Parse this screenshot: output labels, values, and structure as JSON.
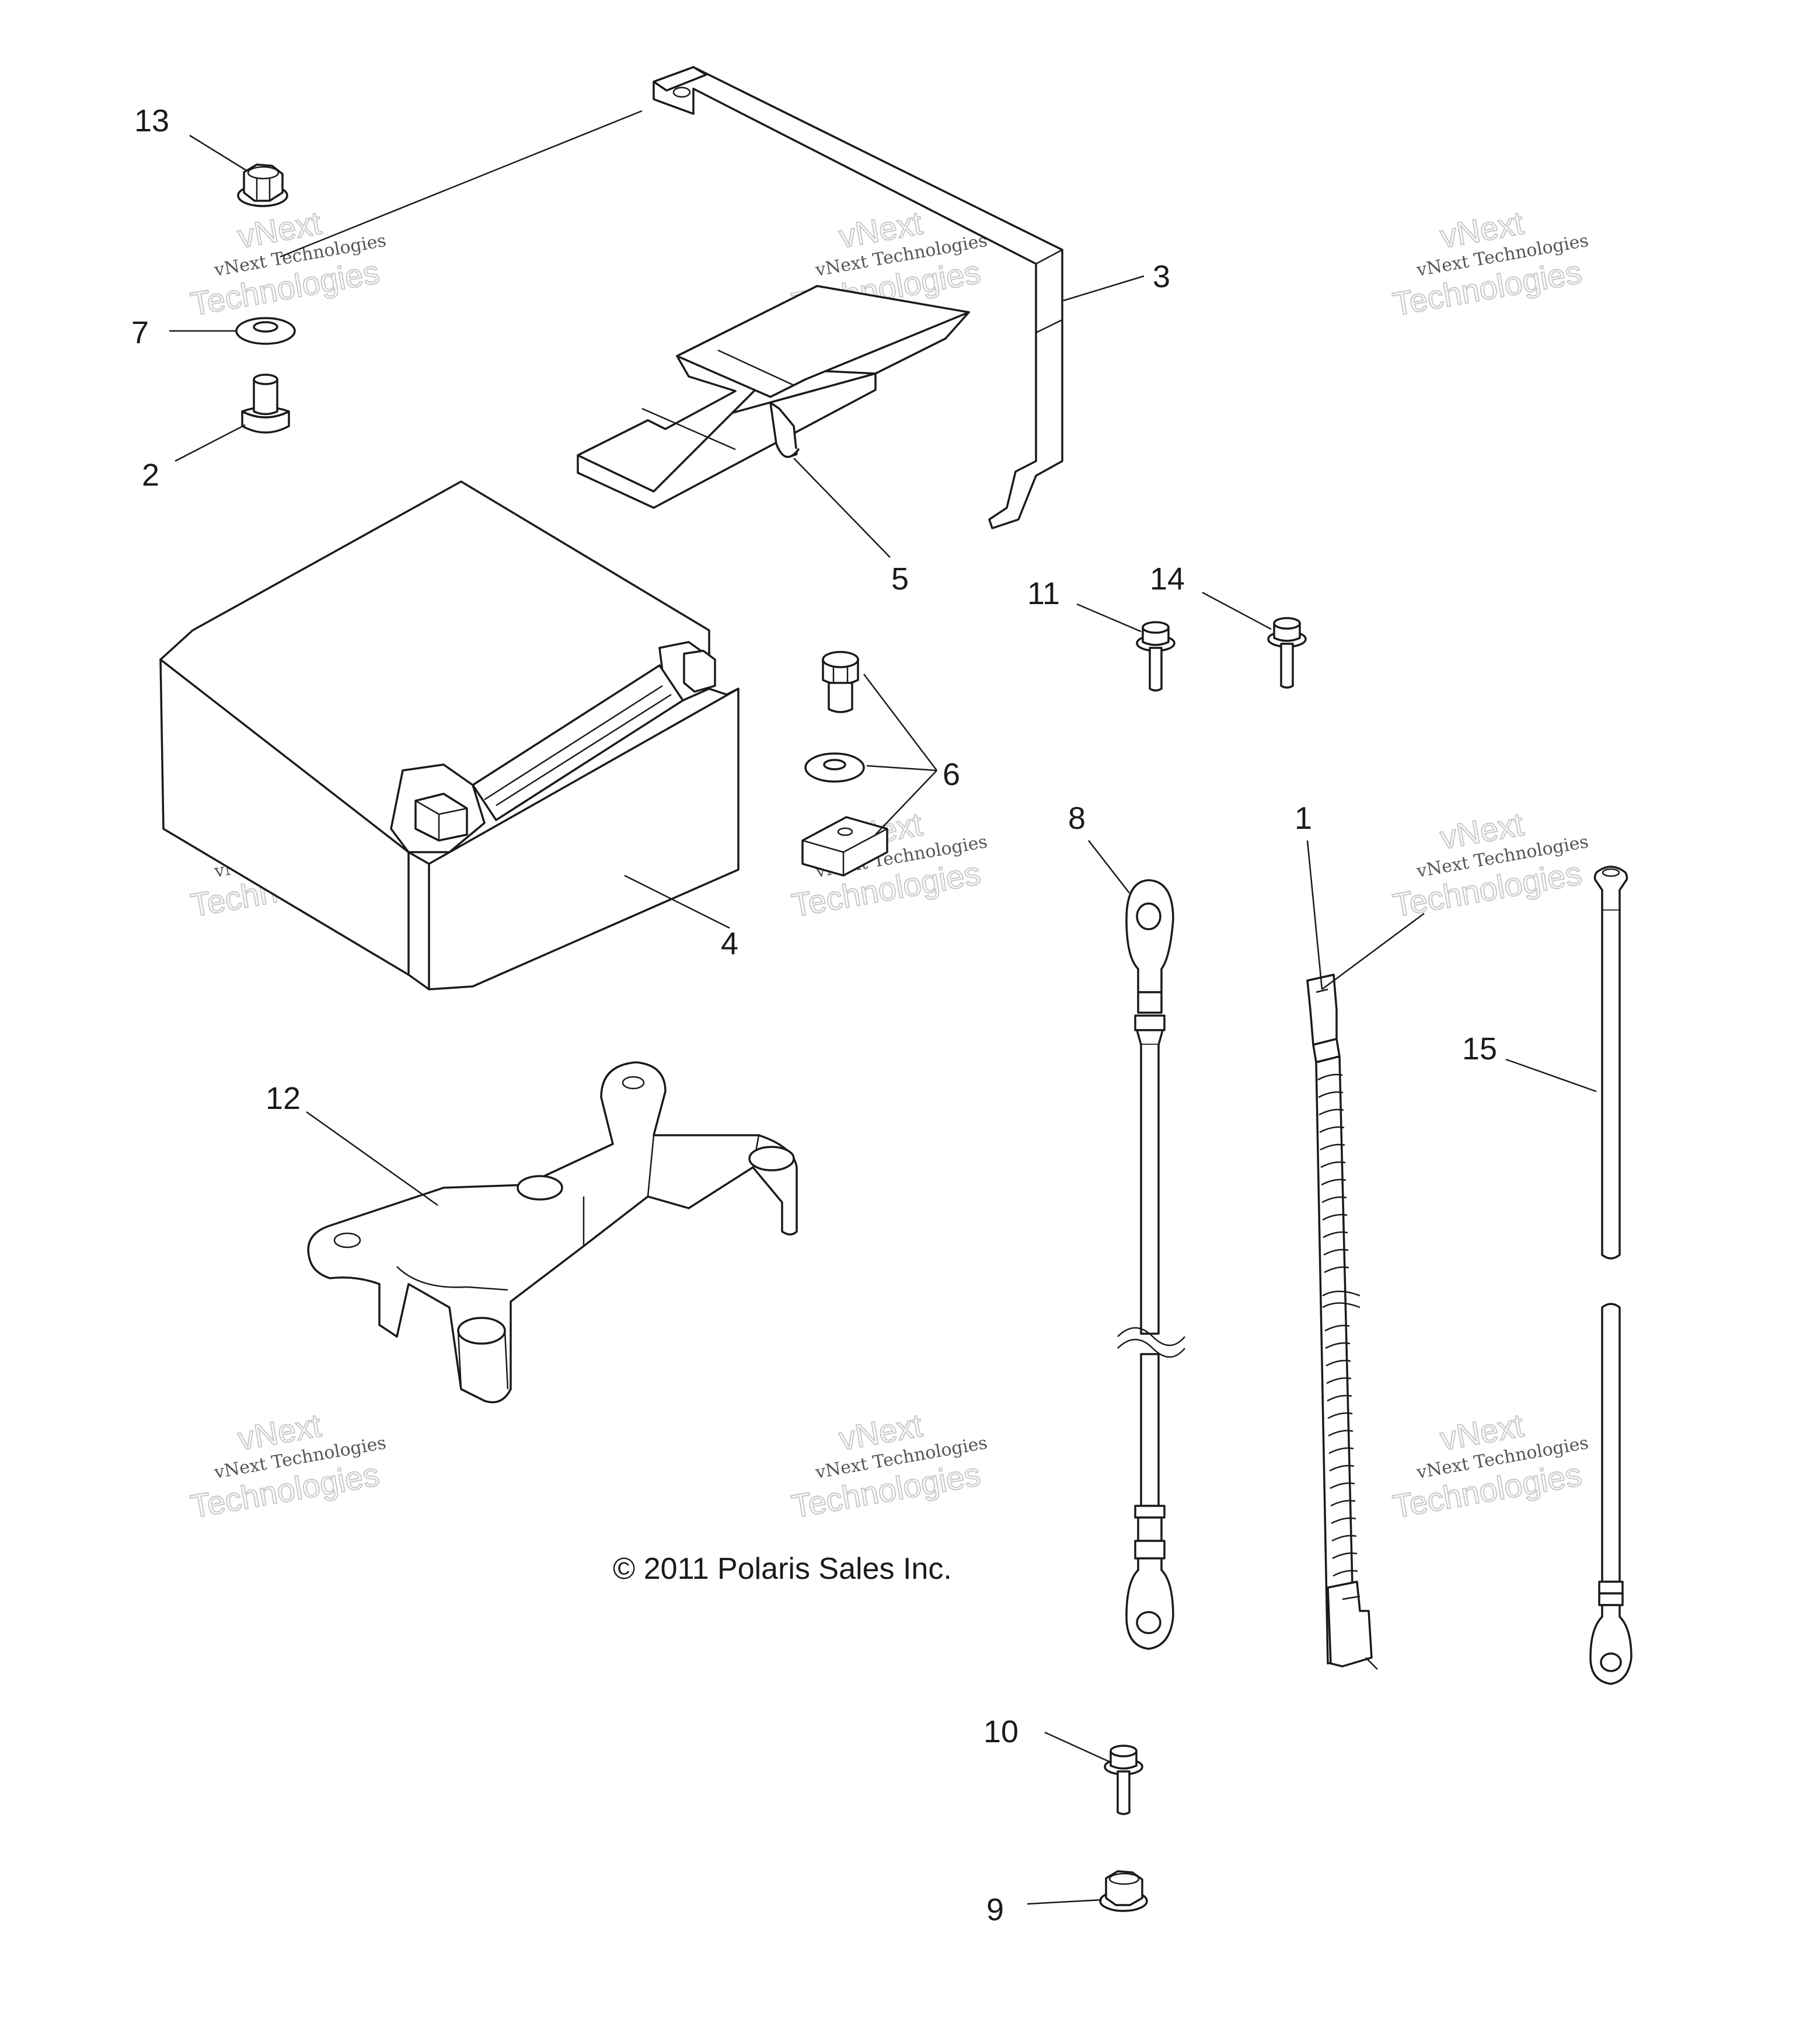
{
  "callouts": {
    "c1": "1",
    "c2": "2",
    "c3": "3",
    "c4": "4",
    "c5": "5",
    "c6": "6",
    "c7": "7",
    "c8": "8",
    "c9": "9",
    "c10": "10",
    "c11": "11",
    "c12": "12",
    "c13": "13",
    "c14": "14",
    "c15": "15"
  },
  "copyright": "© 2011 Polaris Sales Inc.",
  "watermark": {
    "company_small": "vNext Technologies",
    "company_outline": "Technologies",
    "brand_outline": "vNext"
  }
}
